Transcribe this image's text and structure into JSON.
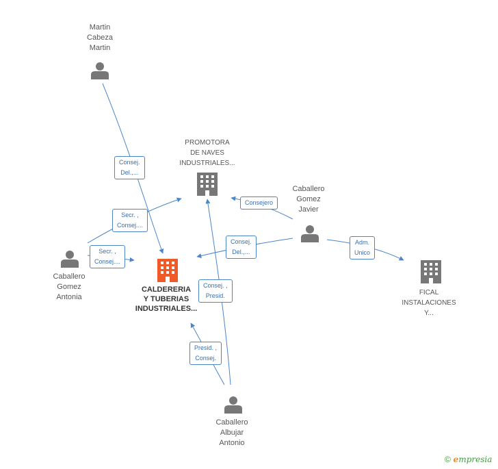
{
  "nodes": {
    "martin": {
      "lines": [
        "Martin",
        "Cabeza",
        "Martin"
      ]
    },
    "promotora": {
      "lines": [
        "PROMOTORA",
        "DE NAVES",
        "INDUSTRIALES..."
      ]
    },
    "javier": {
      "lines": [
        "Caballero",
        "Gomez",
        "Javier"
      ]
    },
    "antonia": {
      "lines": [
        "Caballero",
        "Gomez",
        "Antonia"
      ]
    },
    "caldereria": {
      "lines": [
        "CALDERERIA",
        "Y TUBERIAS",
        "INDUSTRIALES..."
      ]
    },
    "fical": {
      "lines": [
        "FICAL",
        "INSTALACIONES",
        "Y..."
      ]
    },
    "albujar": {
      "lines": [
        "Caballero",
        "Albujar",
        "Antonio"
      ]
    }
  },
  "edges": {
    "martin_caldereria": [
      "Consej.",
      "Del.,..."
    ],
    "antonia_promotora": [
      "Secr. ,",
      "Consej...."
    ],
    "antonia_caldereria": [
      "Secr. ,",
      "Consej...."
    ],
    "javier_promotora": [
      "Consejero"
    ],
    "javier_caldereria": [
      "Consej.",
      "Del.,..."
    ],
    "javier_fical": [
      "Adm.",
      "Unico"
    ],
    "albujar_promotora": [
      "Consej. ,",
      "Presid."
    ],
    "albujar_caldereria": [
      "Presid. ,",
      "Consej."
    ]
  },
  "colors": {
    "edge": "#4a86c8",
    "person": "#777777",
    "company": "#777777",
    "focus_company": "#f05a28"
  },
  "icons": {
    "person": "person-icon",
    "company": "building-icon",
    "focus": "building-icon"
  },
  "footer": {
    "copyright": "©",
    "brand_e": "e",
    "brand_rest": "mpresia"
  }
}
